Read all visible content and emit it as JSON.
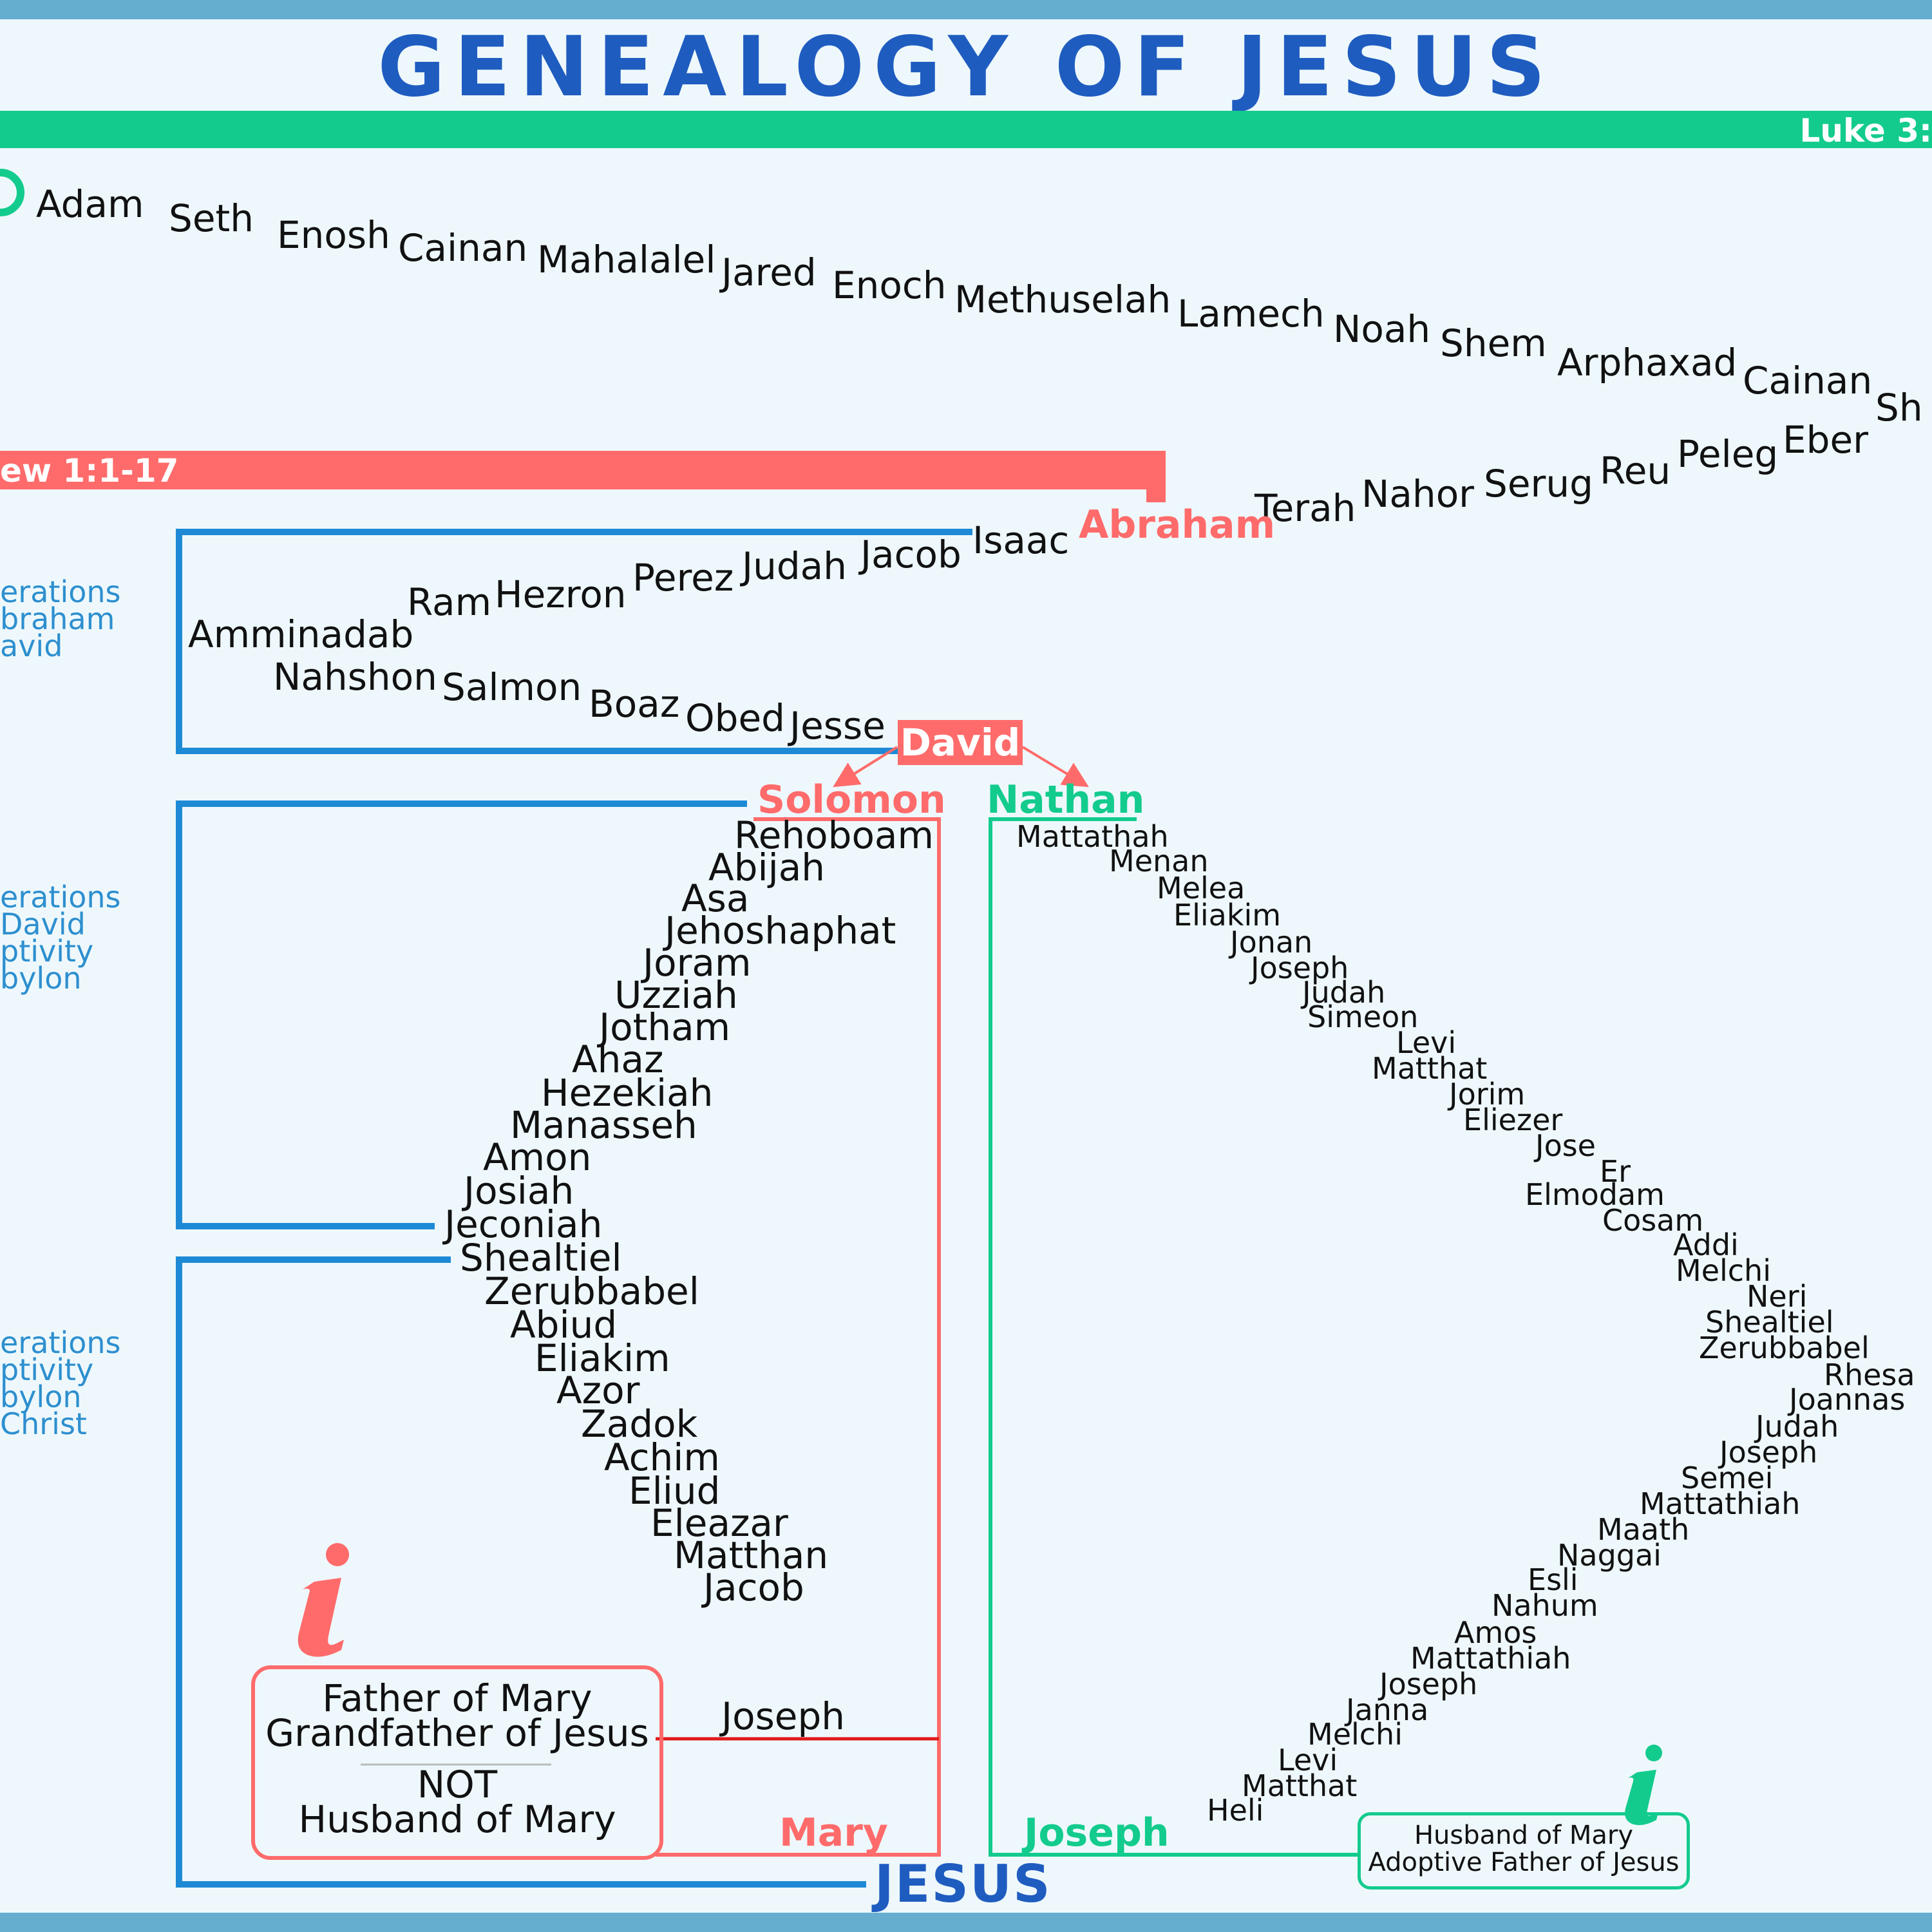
{
  "title": "GENEALOGY OF JESUS",
  "luke_ref": "Luke 3:",
  "matthew_ref": "ew 1:1-17",
  "luke_upper": [
    "Adam",
    "Seth",
    "Enosh",
    "Cainan",
    "Mahalalel",
    "Jared",
    "Enoch",
    "Methuselah",
    "Lamech",
    "Noah",
    "Shem",
    "Arphaxad",
    "Cainan",
    "Sh"
  ],
  "abraham_line": [
    "Terah",
    "Nahor",
    "Serug",
    "Reu",
    "Peleg",
    "Eber"
  ],
  "abraham": "Abraham",
  "abraham_to_david": [
    "Isaac",
    "Jacob",
    "Judah",
    "Perez",
    "Hezron",
    "Ram",
    "Amminadab",
    "Nahshon",
    "Salmon",
    "Boaz",
    "Obed",
    "Jesse"
  ],
  "david": "David",
  "solomon": "Solomon",
  "nathan": "Nathan",
  "solomon_line": [
    "Rehoboam",
    "Abijah",
    "Asa",
    "Jehoshaphat",
    "Joram",
    "Uzziah",
    "Jotham",
    "Ahaz",
    "Hezekiah",
    "Manasseh",
    "Amon",
    "Josiah",
    "Jeconiah",
    "Shealtiel",
    "Zerubbabel",
    "Abiud",
    "Eliakim",
    "Azor",
    "Zadok",
    "Achim",
    "Eliud",
    "Eleazar",
    "Matthan",
    "Jacob"
  ],
  "nathan_line": [
    "Mattathah",
    "Menan",
    "Melea",
    "Eliakim",
    "Jonan",
    "Joseph",
    "Judah",
    "Simeon",
    "Levi",
    "Matthat",
    "Jorim",
    "Eliezer",
    "Jose",
    "Er",
    "Elmodam",
    "Cosam",
    "Addi",
    "Melchi",
    "Neri",
    "Shealtiel",
    "Zerubbabel",
    "Rhesa",
    "Joannas",
    "Judah",
    "Joseph",
    "Semei",
    "Mattathiah",
    "Maath",
    "Naggai",
    "Esli",
    "Nahum",
    "Amos",
    "Mattathiah",
    "Joseph",
    "Janna",
    "Melchi",
    "Levi",
    "Matthat",
    "Heli"
  ],
  "notes": {
    "note1": "erations\nbraham\navid",
    "note2": "erations\nDavid\nptivity\nbylon",
    "note3": "erations\nptivity\nbylon\nChrist"
  },
  "joseph_matthew": "Joseph",
  "mary": "Mary",
  "joseph_luke": "Joseph",
  "jesus": "JESUS",
  "info_icon": "info-icon",
  "info_red": {
    "line1": "Father of Mary",
    "line2": "Grandfather of Jesus",
    "line3": "NOT",
    "line4": "Husband of Mary"
  },
  "info_green": {
    "line1": "Husband of Mary",
    "line2": "Adoptive Father of Jesus"
  },
  "colors": {
    "blue": "#1f5cc0",
    "line_blue": "#1e8ad6",
    "red": "#ff6b6b",
    "green": "#13cb8d",
    "background": "#eef8fc"
  }
}
